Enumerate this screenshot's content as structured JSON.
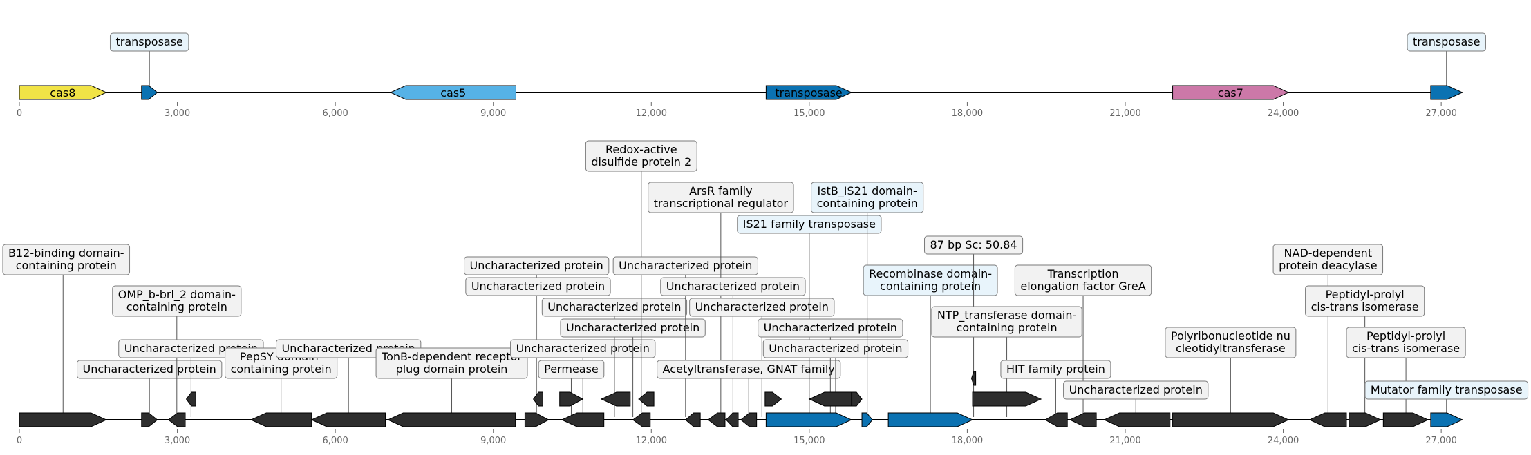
{
  "colors": {
    "cas8": "#f1e346",
    "cas5": "#56b2e6",
    "cas7": "#cc78a8",
    "transposase": "#0b72b2",
    "other": "#2e2e2e",
    "label_fill": "#f2f2f2",
    "label_fill_highlight": "#e8f4fb",
    "label_edge": "#7a7a7a",
    "line": "#000000"
  },
  "axis": {
    "min": 0,
    "max": 27500,
    "ticks": [
      0,
      3000,
      6000,
      9000,
      12000,
      15000,
      18000,
      21000,
      24000,
      27000
    ],
    "tick_labels": [
      "0",
      "3,000",
      "6,000",
      "9,000",
      "12,000",
      "15,000",
      "18,000",
      "21,000",
      "24,000",
      "27,000"
    ]
  },
  "top_track": {
    "genes": [
      {
        "start": 0,
        "end": 1650,
        "strand": 1,
        "cat": "cas8",
        "text": "cas8"
      },
      {
        "start": 2320,
        "end": 2620,
        "strand": 1,
        "cat": "transposase"
      },
      {
        "start": 7050,
        "end": 9430,
        "strand": -1,
        "cat": "cas5",
        "text": "cas5"
      },
      {
        "start": 14180,
        "end": 15800,
        "strand": 1,
        "cat": "transposase",
        "text": "transposase",
        "text_color": "#ffffff"
      },
      {
        "start": 21900,
        "end": 24100,
        "strand": 1,
        "cat": "cas7",
        "text": "cas7"
      },
      {
        "start": 26800,
        "end": 27400,
        "strand": 1,
        "cat": "transposase"
      }
    ],
    "labels": [
      {
        "text": "transposase",
        "anchor": 2470,
        "level": 1,
        "highlight": true
      },
      {
        "text": "transposase",
        "anchor": 27100,
        "level": 1,
        "highlight": true
      }
    ]
  },
  "bottom_track": {
    "genes": [
      {
        "start": 0,
        "end": 1650,
        "strand": 1,
        "cat": "other"
      },
      {
        "start": 2320,
        "end": 2620,
        "strand": 1,
        "cat": "other"
      },
      {
        "start": 2830,
        "end": 3150,
        "strand": -1,
        "cat": "other"
      },
      {
        "start": 3170,
        "end": 3350,
        "strand": -1,
        "cat": "other",
        "row": 1
      },
      {
        "start": 4400,
        "end": 5550,
        "strand": -1,
        "cat": "other"
      },
      {
        "start": 5550,
        "end": 6950,
        "strand": -1,
        "cat": "other"
      },
      {
        "start": 7000,
        "end": 9420,
        "strand": -1,
        "cat": "other"
      },
      {
        "start": 9600,
        "end": 10050,
        "strand": 1,
        "cat": "other"
      },
      {
        "start": 9760,
        "end": 9940,
        "strand": -1,
        "cat": "other",
        "row": 1
      },
      {
        "start": 10260,
        "end": 10700,
        "strand": 1,
        "cat": "other",
        "row": 1
      },
      {
        "start": 10300,
        "end": 11100,
        "strand": -1,
        "cat": "other"
      },
      {
        "start": 11050,
        "end": 11600,
        "strand": -1,
        "cat": "other",
        "row": 1
      },
      {
        "start": 11650,
        "end": 11980,
        "strand": -1,
        "cat": "other"
      },
      {
        "start": 11760,
        "end": 12050,
        "strand": -1,
        "cat": "other",
        "row": 1
      },
      {
        "start": 12650,
        "end": 12930,
        "strand": -1,
        "cat": "other"
      },
      {
        "start": 13080,
        "end": 13400,
        "strand": -1,
        "cat": "other"
      },
      {
        "start": 13420,
        "end": 13650,
        "strand": -1,
        "cat": "other"
      },
      {
        "start": 13700,
        "end": 14000,
        "strand": -1,
        "cat": "other"
      },
      {
        "start": 14160,
        "end": 14470,
        "strand": 1,
        "cat": "other",
        "row": 1
      },
      {
        "start": 14180,
        "end": 15800,
        "strand": 1,
        "cat": "transposase"
      },
      {
        "start": 15000,
        "end": 15800,
        "strand": -1,
        "cat": "other",
        "row": 1
      },
      {
        "start": 15810,
        "end": 16000,
        "strand": 1,
        "cat": "other",
        "row": 1
      },
      {
        "start": 16000,
        "end": 16200,
        "strand": 1,
        "cat": "transposase"
      },
      {
        "start": 16500,
        "end": 18100,
        "strand": 1,
        "cat": "transposase"
      },
      {
        "start": 18080,
        "end": 18160,
        "strand": -1,
        "cat": "other",
        "row": 2
      },
      {
        "start": 18100,
        "end": 19400,
        "strand": 1,
        "cat": "other",
        "row": 1
      },
      {
        "start": 19480,
        "end": 19900,
        "strand": -1,
        "cat": "other"
      },
      {
        "start": 19950,
        "end": 20450,
        "strand": -1,
        "cat": "other"
      },
      {
        "start": 20600,
        "end": 21850,
        "strand": -1,
        "cat": "other"
      },
      {
        "start": 21900,
        "end": 24100,
        "strand": 1,
        "cat": "other"
      },
      {
        "start": 24500,
        "end": 25200,
        "strand": -1,
        "cat": "other"
      },
      {
        "start": 25250,
        "end": 25850,
        "strand": 1,
        "cat": "other"
      },
      {
        "start": 25900,
        "end": 26750,
        "strand": 1,
        "cat": "other"
      },
      {
        "start": 26800,
        "end": 27400,
        "strand": 1,
        "cat": "transposase"
      }
    ],
    "labels": [
      {
        "text": "B12-binding domain-\ncontaining protein",
        "anchor": 830,
        "level": 6
      },
      {
        "text": "Uncharacterized protein",
        "anchor": 2470,
        "level": 1
      },
      {
        "text": "OMP_b-brl_2 domain-\ncontaining protein",
        "anchor": 2990,
        "level": 4
      },
      {
        "text": "Uncharacterized protein",
        "anchor": 3260,
        "level": 2
      },
      {
        "text": "PepSY domain-\ncontaining protein",
        "anchor": 4970,
        "level": 1
      },
      {
        "text": "Uncharacterized protein",
        "anchor": 6250,
        "level": 2
      },
      {
        "text": "TonB-dependent receptor\nplug domain protein",
        "anchor": 8210,
        "level": 1
      },
      {
        "text": "Uncharacterized protein",
        "anchor": 9820,
        "level": 6
      },
      {
        "text": "Uncharacterized protein",
        "anchor": 9850,
        "level": 5
      },
      {
        "text": "Uncharacterized protein",
        "anchor": 10700,
        "level": 2
      },
      {
        "text": "Permease",
        "anchor": 10480,
        "level": 1
      },
      {
        "text": "Uncharacterized protein",
        "anchor": 11300,
        "level": 4
      },
      {
        "text": "Uncharacterized protein",
        "anchor": 11650,
        "level": 3
      },
      {
        "text": "Redox-active\ndisulfide protein 2",
        "anchor": 11810,
        "level": 11
      },
      {
        "text": "Uncharacterized protein",
        "anchor": 12650,
        "level": 6
      },
      {
        "text": "ArsR family\ntranscriptional regulator",
        "anchor": 13320,
        "level": 9
      },
      {
        "text": "Uncharacterized protein",
        "anchor": 13550,
        "level": 5
      },
      {
        "text": "Uncharacterized protein",
        "anchor": 14100,
        "level": 4
      },
      {
        "text": "Acetyltransferase, GNAT family",
        "anchor": 13850,
        "level": 1
      },
      {
        "text": "IS21 family transposase",
        "anchor": 15000,
        "level": 8,
        "highlight": true
      },
      {
        "text": "Uncharacterized protein",
        "anchor": 15400,
        "level": 3
      },
      {
        "text": "Uncharacterized protein",
        "anchor": 15500,
        "level": 2
      },
      {
        "text": "IstB_IS21 domain-\ncontaining protein",
        "anchor": 16100,
        "level": 9,
        "highlight": true
      },
      {
        "text": "Recombinase domain-\ncontaining protein",
        "anchor": 17300,
        "level": 5,
        "highlight": true
      },
      {
        "text": "87 bp Sc: 50.84",
        "anchor": 18120,
        "level": 7
      },
      {
        "text": "NTP_transferase domain-\ncontaining protein",
        "anchor": 18750,
        "level": 3
      },
      {
        "text": "HIT family protein",
        "anchor": 19680,
        "level": 1
      },
      {
        "text": "Transcription\nelongation factor GreA",
        "anchor": 20200,
        "level": 5
      },
      {
        "text": "Uncharacterized protein",
        "anchor": 21200,
        "level": 0
      },
      {
        "text": "Polyribonucleotide nu\ncleotidyltransferase",
        "anchor": 23000,
        "level": 2
      },
      {
        "text": "NAD-dependent\nprotein deacylase",
        "anchor": 24850,
        "level": 6
      },
      {
        "text": "Peptidyl-prolyl\ncis-trans isomerase",
        "anchor": 25550,
        "level": 4
      },
      {
        "text": "Peptidyl-prolyl\ncis-trans isomerase",
        "anchor": 26330,
        "level": 2
      },
      {
        "text": "Mutator family transposase",
        "anchor": 27100,
        "level": 0,
        "highlight": true
      }
    ]
  }
}
